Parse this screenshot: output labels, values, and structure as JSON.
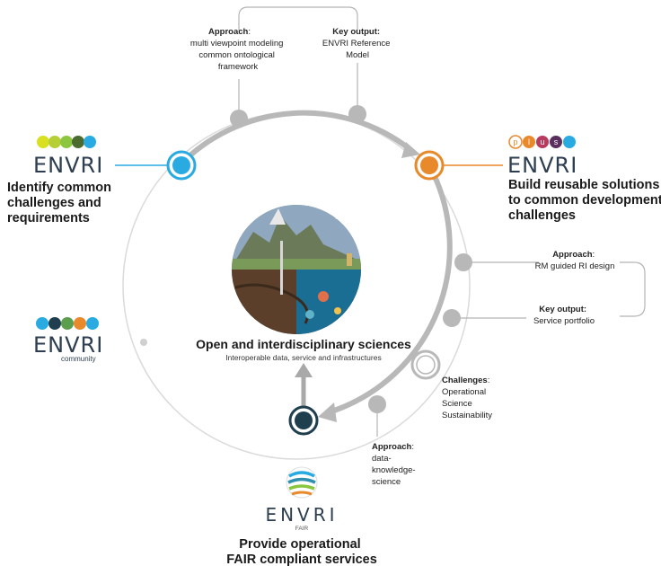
{
  "colors": {
    "ring": "#b5b5b5",
    "thin_ring": "#d9d9d9",
    "blue": "#29abe2",
    "orange": "#e8892b",
    "navy": "#1f3e4e",
    "white_node": "#ffffff"
  },
  "top_box": {
    "approach_label": "Approach",
    "approach_colon": ":",
    "approach_lines": [
      "multi viewpoint modeling",
      "common ontological",
      "framework"
    ],
    "output_label": "Key output:",
    "output_lines": [
      "ENVRI Reference",
      "Model"
    ]
  },
  "envri": {
    "logo_text": "ENVRI",
    "headline": [
      "Identify common",
      "challenges and",
      "requirements"
    ]
  },
  "envri_plus": {
    "logo_text": "ENVRI",
    "plus_letters": [
      "p",
      "l",
      "u",
      "s"
    ],
    "headline": [
      "Build reusable solutions",
      "to common development",
      "challenges"
    ]
  },
  "right_box": {
    "approach_label": "Approach",
    "approach_colon": ":",
    "approach_text": "RM guided RI design",
    "output_label": "Key output:",
    "output_text": "Service portfolio"
  },
  "center": {
    "title": "Open and interdisciplinary sciences",
    "subtitle": "Interoperable data,  service and  infrastructures"
  },
  "envri_community": {
    "logo_text": "ENVRI",
    "sub": "community"
  },
  "challenges": {
    "label": "Challenges",
    "colon": ":",
    "lines": [
      "Operational",
      "Science",
      "Sustainability"
    ]
  },
  "bottom_approach": {
    "label": "Approach",
    "colon": ":",
    "lines": [
      "data-",
      "knowledge-",
      "science"
    ]
  },
  "envri_fair": {
    "logo_text": "ENVRI",
    "sub": "FAIR",
    "headline": [
      "Provide operational",
      "FAIR compliant services"
    ]
  }
}
